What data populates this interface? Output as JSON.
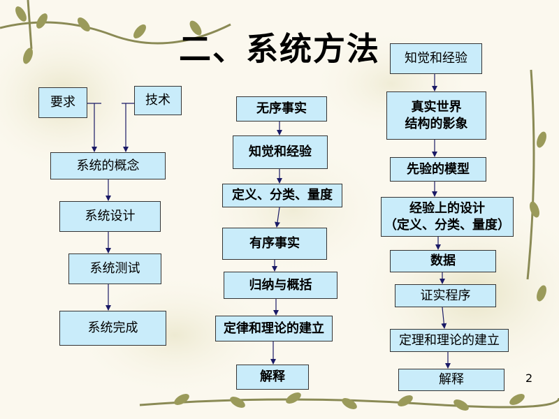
{
  "title": "二、系统方法",
  "page_number": "2",
  "colors": {
    "box_fill": "#c9ecfa",
    "box_border": "#333333",
    "arrow": "#1a1a66"
  },
  "column1": {
    "inputs": [
      "要求",
      "技术"
    ],
    "steps": [
      "系统的概念",
      "系统设计",
      "系统测试",
      "系统完成"
    ]
  },
  "column2": {
    "steps": [
      "无序事实",
      "知觉和经验",
      "定义、分类、量度",
      "有序事实",
      "归纳与概括",
      "定律和理论的建立",
      "解释"
    ]
  },
  "column3": {
    "steps": [
      "知觉和经验",
      "真实世界\n结构的影象",
      "先验的模型",
      "经验上的设计\n（定义、分类、量度）",
      "数据",
      "证实程序",
      "定理和理论的建立",
      "解释"
    ]
  }
}
